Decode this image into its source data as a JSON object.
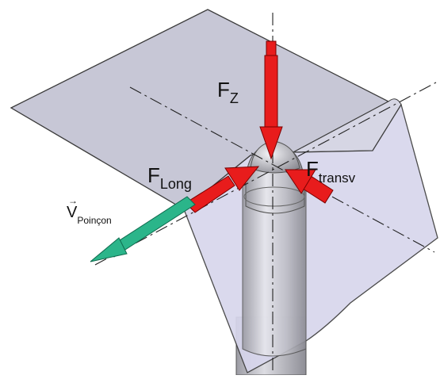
{
  "labels": {
    "fz_main": "F",
    "fz_sub": "Z",
    "flong_main": "F",
    "flong_sub": "Long",
    "ftransv_main": "F",
    "ftransv_sub": "transv",
    "v_main": "V",
    "v_sub": "Poinçon"
  },
  "colors": {
    "force_arrow": "#e81c1c",
    "velocity_arrow": "#2bb58a",
    "sheet_fill": "#c8c8dc",
    "sheet_edge": "#444444",
    "punch_body": "#c2c2c8",
    "axis_line": "#222222"
  }
}
